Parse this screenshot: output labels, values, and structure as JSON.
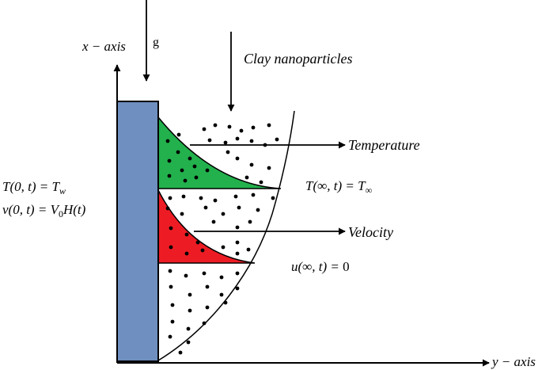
{
  "axes": {
    "x_label": "x − axis",
    "y_label": "y − axis"
  },
  "gravity": {
    "label": "g"
  },
  "clay": {
    "label": "Clay nanoparticles"
  },
  "temperature": {
    "label": "Temperature",
    "boundary_far_lhs": "T(∞, t)",
    "boundary_far_rhs": "T",
    "boundary_far_sub": "∞",
    "color": "#22b14c"
  },
  "velocity": {
    "label": "Velocity",
    "boundary_far_lhs": "u(∞, t)",
    "boundary_far_rhs": "0",
    "color": "#ed1c24"
  },
  "wall": {
    "color": "#6e8fbf",
    "bc_temp_lhs": "T(0, t)",
    "bc_temp_rhs": "T",
    "bc_temp_sub": "w",
    "bc_vel_lhs": "v(0, t)",
    "bc_vel_rhs_v": "V",
    "bc_vel_rhs_sub": "0",
    "bc_vel_rhs_rest": "H(t)"
  }
}
